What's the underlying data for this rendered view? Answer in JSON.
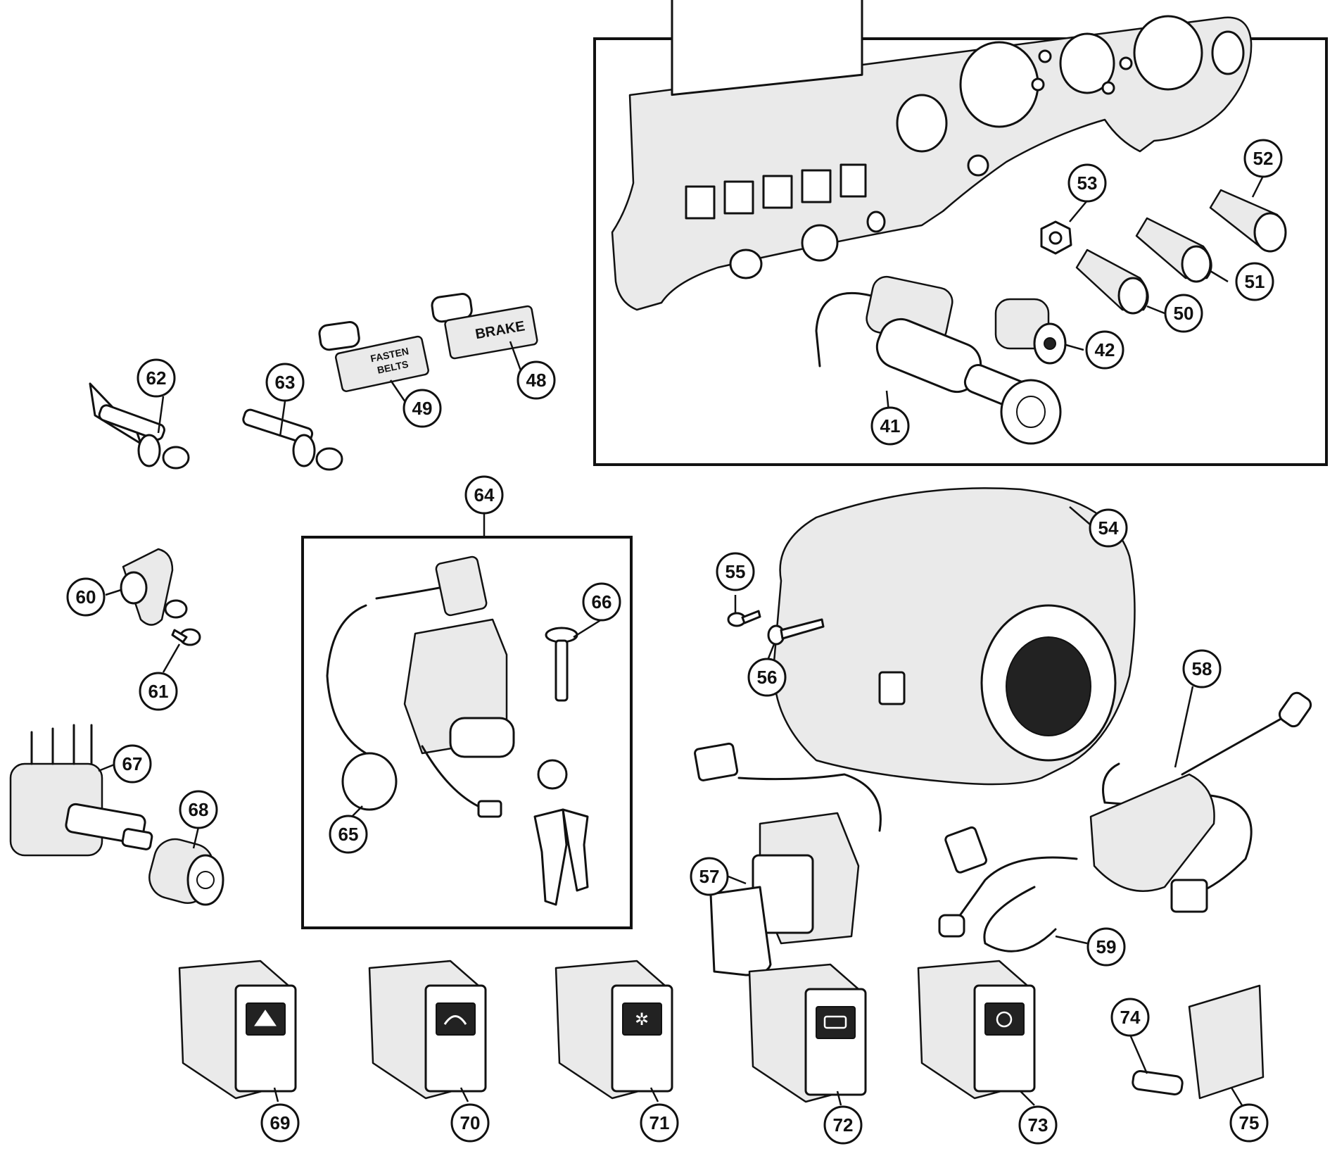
{
  "callouts": [
    {
      "id": "41",
      "label": "41"
    },
    {
      "id": "42",
      "label": "42"
    },
    {
      "id": "48",
      "label": "48"
    },
    {
      "id": "49",
      "label": "49"
    },
    {
      "id": "50",
      "label": "50"
    },
    {
      "id": "51",
      "label": "51"
    },
    {
      "id": "52",
      "label": "52"
    },
    {
      "id": "53",
      "label": "53"
    },
    {
      "id": "54",
      "label": "54"
    },
    {
      "id": "55",
      "label": "55"
    },
    {
      "id": "56",
      "label": "56"
    },
    {
      "id": "57",
      "label": "57"
    },
    {
      "id": "58",
      "label": "58"
    },
    {
      "id": "59",
      "label": "59"
    },
    {
      "id": "60",
      "label": "60"
    },
    {
      "id": "61",
      "label": "61"
    },
    {
      "id": "62",
      "label": "62"
    },
    {
      "id": "63",
      "label": "63"
    },
    {
      "id": "64",
      "label": "64"
    },
    {
      "id": "65",
      "label": "65"
    },
    {
      "id": "66",
      "label": "66"
    },
    {
      "id": "67",
      "label": "67"
    },
    {
      "id": "68",
      "label": "68"
    },
    {
      "id": "69",
      "label": "69"
    },
    {
      "id": "70",
      "label": "70"
    },
    {
      "id": "71",
      "label": "71"
    },
    {
      "id": "72",
      "label": "72"
    },
    {
      "id": "73",
      "label": "73"
    },
    {
      "id": "74",
      "label": "74"
    },
    {
      "id": "75",
      "label": "75"
    }
  ],
  "part_labels": {
    "brake": "BRAKE",
    "fasten_line1": "FASTEN",
    "fasten_line2": "BELTS"
  },
  "colors": {
    "ink": "#111111",
    "paper": "#ffffff",
    "shade": "#eaeaea"
  }
}
